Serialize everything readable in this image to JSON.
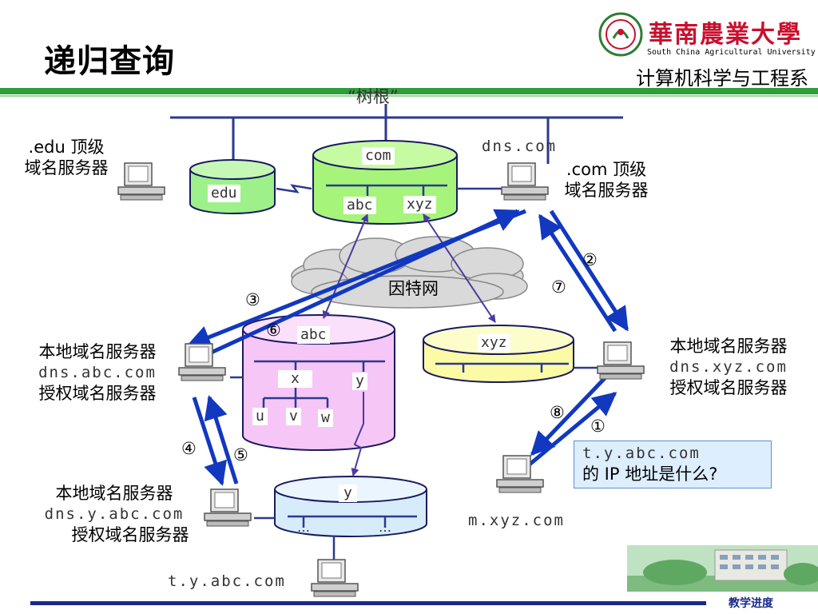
{
  "title": "递归查询",
  "university": {
    "name_cn": "華南農業大學",
    "name_en": "South China Agricultural University",
    "department": "计算机科学与工程系"
  },
  "tree_root_label": "“树根”",
  "internet_label": "因特网",
  "nodes": {
    "edu_server": {
      "line1": ".edu 顶级",
      "line2": "域名服务器"
    },
    "com_server": {
      "host": "dns.com",
      "line1": ".com 顶级",
      "line2": "域名服务器"
    },
    "abc_server": {
      "line1": "本地域名服务器",
      "host": "dns.abc.com",
      "line2": "授权域名服务器"
    },
    "xyz_server": {
      "line1": "本地域名服务器",
      "host": "dns.xyz.com",
      "line2": "授权域名服务器"
    },
    "y_abc_server": {
      "line1": "本地域名服务器",
      "host": "dns.y.abc.com",
      "line2": "授权域名服务器"
    },
    "client": {
      "host": "m.xyz.com"
    },
    "target": {
      "host": "t.y.abc.com"
    }
  },
  "zones": {
    "edu": "edu",
    "com": "com",
    "com_abc": "abc",
    "com_xyz": "xyz",
    "abc": "abc",
    "abc_x": "x",
    "abc_y": "y",
    "abc_u": "u",
    "abc_v": "v",
    "abc_w": "w",
    "xyz": "xyz",
    "y": "y",
    "y_dots1": "…",
    "y_dots2": "…"
  },
  "steps": {
    "s1": "①",
    "s2": "②",
    "s3": "③",
    "s4": "④",
    "s5": "⑤",
    "s6": "⑥",
    "s7": "⑦",
    "s8": "⑧"
  },
  "query": {
    "line1": "t.y.abc.com",
    "line2": "的 IP 地址是什么?"
  },
  "nav": {
    "progress_link": "教学进度"
  },
  "colors": {
    "tree_line": "#2b3a8e",
    "arrow": "#1238c0",
    "green_bar": "#2e9e3a",
    "edu_fill": "#9ef08a",
    "com_fill": "#a6f57a",
    "abc_fill": "#f6c6f6",
    "xyz_fill": "#fbfba6",
    "y_fill": "#d6ecfb",
    "cloud_fill": "#d9d9d9",
    "university_red": "#c8102e"
  }
}
